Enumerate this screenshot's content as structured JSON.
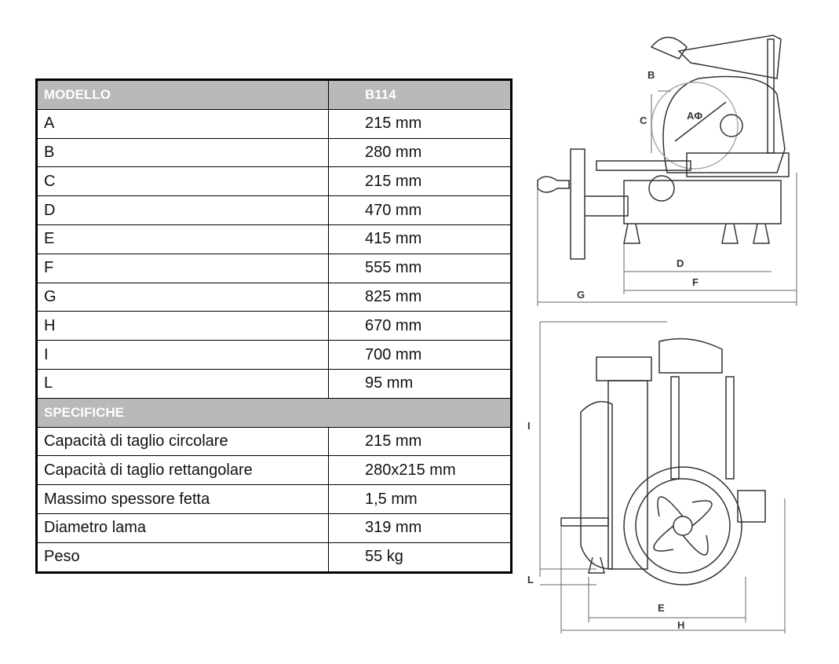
{
  "table": {
    "header": {
      "label": "MODELLO",
      "value": "B114"
    },
    "dimensions": [
      {
        "label": "A",
        "value": "215 mm"
      },
      {
        "label": "B",
        "value": "280 mm"
      },
      {
        "label": "C",
        "value": "215 mm"
      },
      {
        "label": "D",
        "value": "470 mm"
      },
      {
        "label": "E",
        "value": "415 mm"
      },
      {
        "label": "F",
        "value": "555 mm"
      },
      {
        "label": "G",
        "value": "825 mm"
      },
      {
        "label": "H",
        "value": "670 mm"
      },
      {
        "label": "I",
        "value": "700 mm"
      },
      {
        "label": "L",
        "value": "95 mm"
      }
    ],
    "spec_header": "SPECIFICHE",
    "specs": [
      {
        "label": "Capacità di taglio circolare",
        "value": "215 mm"
      },
      {
        "label": "Capacità di taglio rettangolare",
        "value": "280x215 mm"
      },
      {
        "label": "Massimo spessore fetta",
        "value": "1,5 mm"
      },
      {
        "label": "Diametro lama",
        "value": "319 mm"
      },
      {
        "label": "Peso",
        "value": "55 kg"
      }
    ]
  },
  "drawings": {
    "side_labels": {
      "b": "B",
      "c": "C",
      "a": "AΦ",
      "d": "D",
      "f": "F",
      "g": "G"
    },
    "front_labels": {
      "i": "I",
      "l": "L",
      "e": "E",
      "h": "H"
    }
  }
}
